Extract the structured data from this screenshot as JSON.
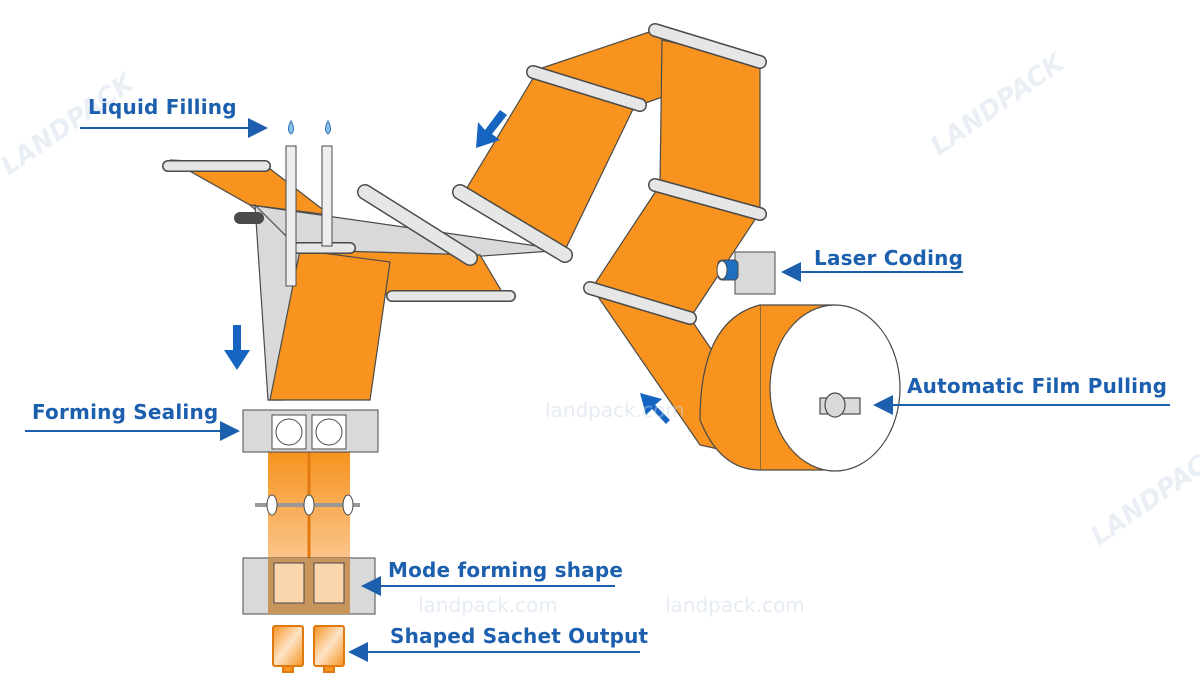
{
  "labels": {
    "liquid_filling": "Liquid Filling",
    "laser_coding": "Laser Coding",
    "automatic_film_pulling": "Automatic Film Pulling",
    "forming_sealing": "Forming Sealing",
    "mode_forming_shape": "Mode forming shape",
    "shaped_sachet_output": "Shaped Sachet Output"
  },
  "watermark": {
    "logo": "LANDPACK",
    "site": "landpack.com"
  },
  "colors": {
    "film": "#f7931e",
    "label": "#1b5fae",
    "arrow": "#1565c0",
    "metal": "#d9d9d9",
    "outline": "#4a4a4a"
  }
}
